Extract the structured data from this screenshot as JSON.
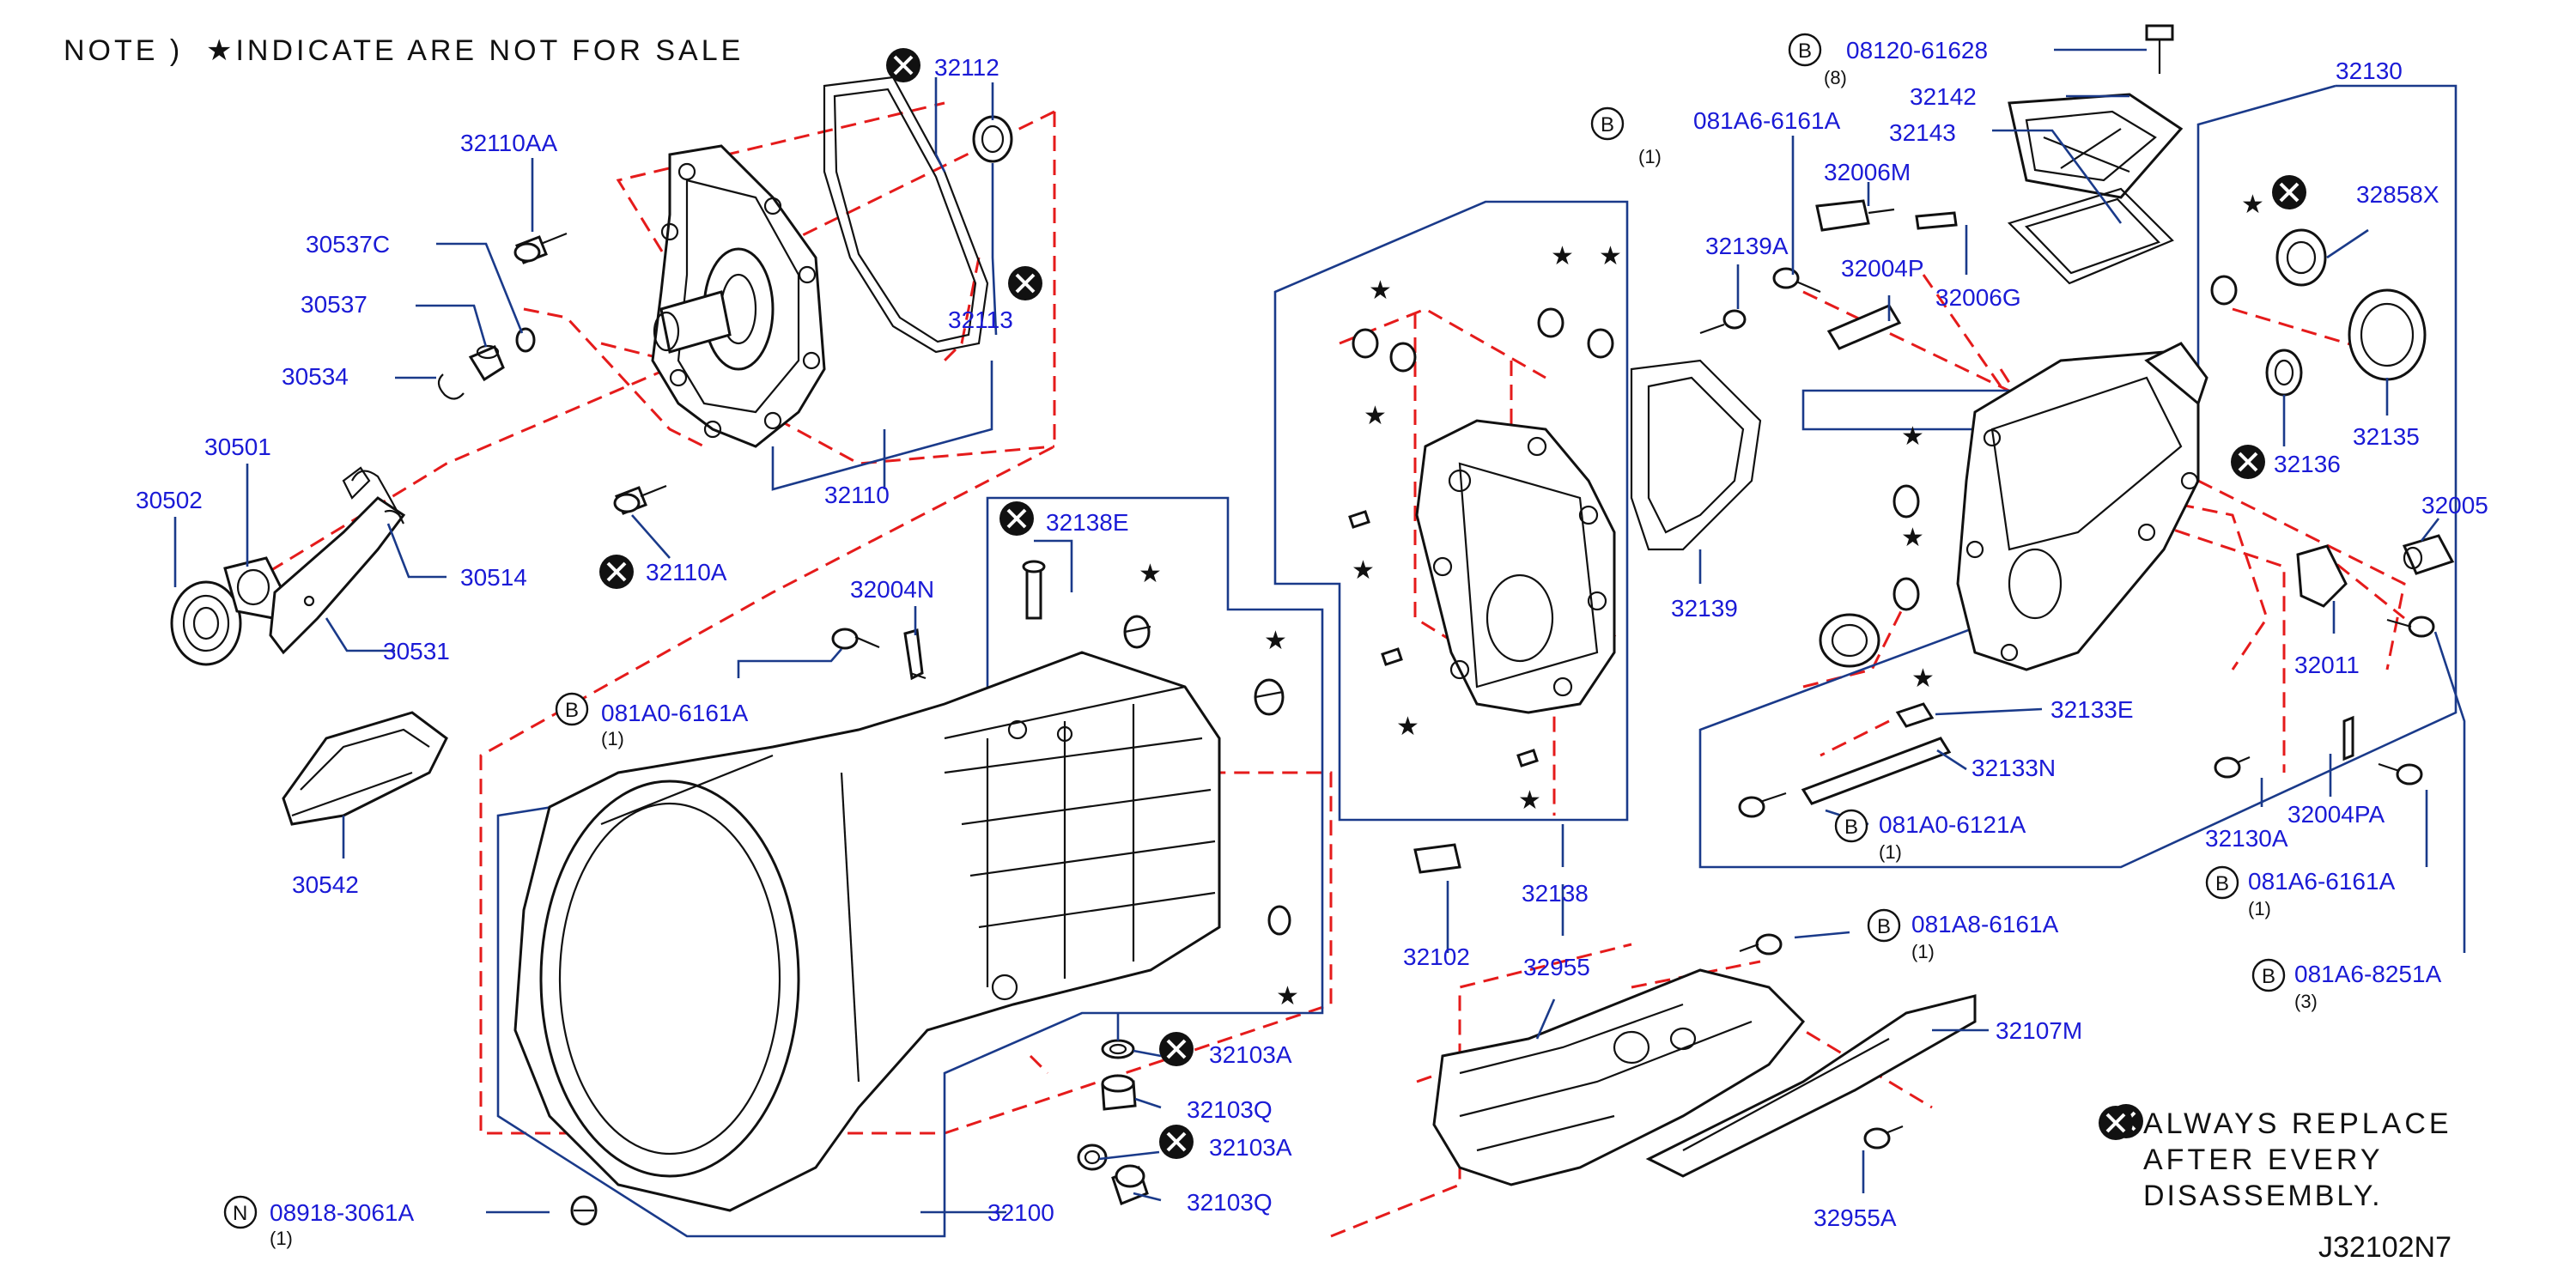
{
  "note": {
    "prefix": "NOTE )",
    "star_text": "★INDICATE ARE NOT FOR SALE"
  },
  "replace_note": {
    "line1": "ALWAYS REPLACE",
    "line2": "AFTER EVERY",
    "line3": "DISASSEMBLY."
  },
  "diagram_code": "J32102N7",
  "bolt_badges": {
    "b": "B",
    "n": "N"
  },
  "labels": {
    "p32112": "32112",
    "p32113": "32113",
    "p32110": "32110",
    "p32110AA": "32110AA",
    "p32110A": "32110A",
    "p30537C": "30537C",
    "p30537": "30537",
    "p30534": "30534",
    "p30501": "30501",
    "p30502": "30502",
    "p30514": "30514",
    "p30531": "30531",
    "p32138E": "32138E",
    "p32004N": "32004N",
    "p081A0_6161A": "081A0-6161A",
    "p081A0_6161A_qty": "(1)",
    "p30542": "30542",
    "p32100": "32100",
    "p08918_3061A": "08918-3061A",
    "p08918_3061A_qty": "(1)",
    "p32103A_1": "32103A",
    "p32103Q_1": "32103Q",
    "p32103A_2": "32103A",
    "p32103Q_2": "32103Q",
    "p08120_61628": "08120-61628",
    "p08120_61628_qty": "(8)",
    "p32142": "32142",
    "p32143": "32143",
    "p32130": "32130",
    "p081A6_6161A_top": "081A6-6161A",
    "p081A6_6161A_top_qty": "(1)",
    "p32006M": "32006M",
    "p32004P": "32004P",
    "p32006G": "32006G",
    "p32139A": "32139A",
    "p32139": "32139",
    "p32858X": "32858X",
    "p32135": "32135",
    "p32136": "32136",
    "p32005": "32005",
    "p32011": "32011",
    "p32133E": "32133E",
    "p32133N": "32133N",
    "p081A0_6121A": "081A0-6121A",
    "p081A0_6121A_qty": "(1)",
    "p32130A": "32130A",
    "p32004PA": "32004PA",
    "p081A6_6161A_bot": "081A6-6161A",
    "p081A6_6161A_bot_qty": "(1)",
    "p081A6_8251A": "081A6-8251A",
    "p081A6_8251A_qty": "(3)",
    "p32138": "32138",
    "p32102": "32102",
    "p32955": "32955",
    "p081A8_6161A": "081A8-6161A",
    "p081A8_6161A_qty": "(1)",
    "p32107M": "32107M",
    "p32955A": "32955A"
  }
}
